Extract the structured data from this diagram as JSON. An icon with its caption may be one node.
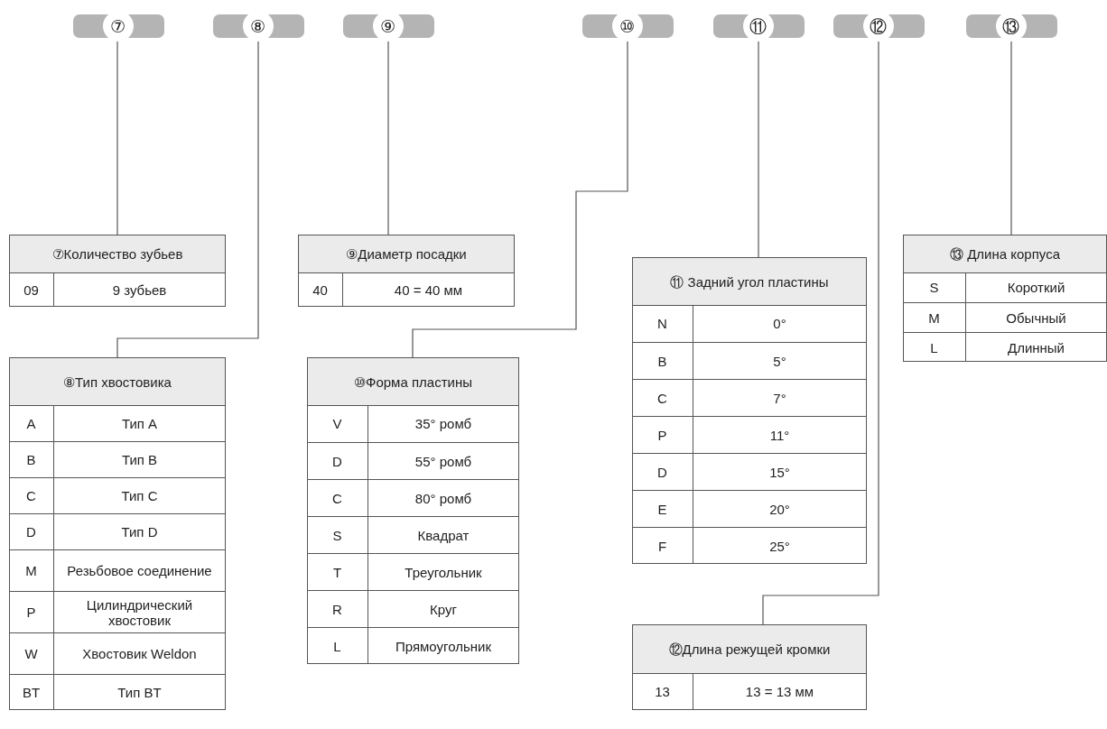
{
  "diagram": {
    "nodes": [
      {
        "text": [
          "⑦"
        ]
      },
      {
        "text": [
          "⑧"
        ]
      },
      {
        "text": [
          "⑨"
        ]
      },
      {
        "text": [
          "⑩"
        ]
      },
      {
        "text": [
          "⑪"
        ]
      },
      {
        "text": [
          "⑫"
        ]
      },
      {
        "text": [
          "⑬"
        ]
      },
      {
        "text": [
          "⑦Количество зубьев",
          "09",
          "9 зубьев"
        ]
      },
      {
        "text": [
          "⑧Тип хвостовика",
          "A",
          "Тип A",
          "B",
          "Тип B",
          "C",
          "Тип C",
          "D",
          "Тип D",
          "M",
          "Резьбовое соединение",
          "P",
          "Цилиндрический хвостовик",
          "W",
          "Хвостовик Weldon",
          "BT",
          "Тип BT"
        ]
      },
      {
        "text": [
          "⑨Диаметр посадки",
          "40",
          "40 = 40 мм"
        ]
      },
      {
        "text": [
          "⑩Форма пластины",
          "V",
          "35° ромб",
          "D",
          "55° ромб",
          "C",
          "80° ромб",
          "S",
          "Квадрат",
          "T",
          "Треугольник",
          "R",
          "Круг",
          "L",
          "Прямоугольник"
        ]
      },
      {
        "text": [
          "⑪ Задний угол пластины",
          "N",
          "0°",
          "B",
          "5°",
          "C",
          "7°",
          "P",
          "11°",
          "D",
          "15°",
          "E",
          "20°",
          "F",
          "25°"
        ]
      },
      {
        "text": [
          "⑫Длина режущей кромки",
          "13",
          "13 = 13 мм"
        ]
      },
      {
        "text": [
          "⑬ Длина корпуса",
          "S",
          "Короткий",
          "M",
          "Обычный",
          "L",
          "Длинный"
        ]
      }
    ],
    "edges": [
      {
        "from": 0,
        "to": 7,
        "arrow": "none"
      },
      {
        "from": 1,
        "to": 8,
        "arrow": "none"
      },
      {
        "from": 2,
        "to": 9,
        "arrow": "none"
      },
      {
        "from": 3,
        "to": 10,
        "arrow": "none"
      },
      {
        "from": 4,
        "to": 11,
        "arrow": "none"
      },
      {
        "from": 5,
        "to": 12,
        "arrow": "none"
      },
      {
        "from": 6,
        "to": 13,
        "arrow": "none"
      }
    ]
  }
}
